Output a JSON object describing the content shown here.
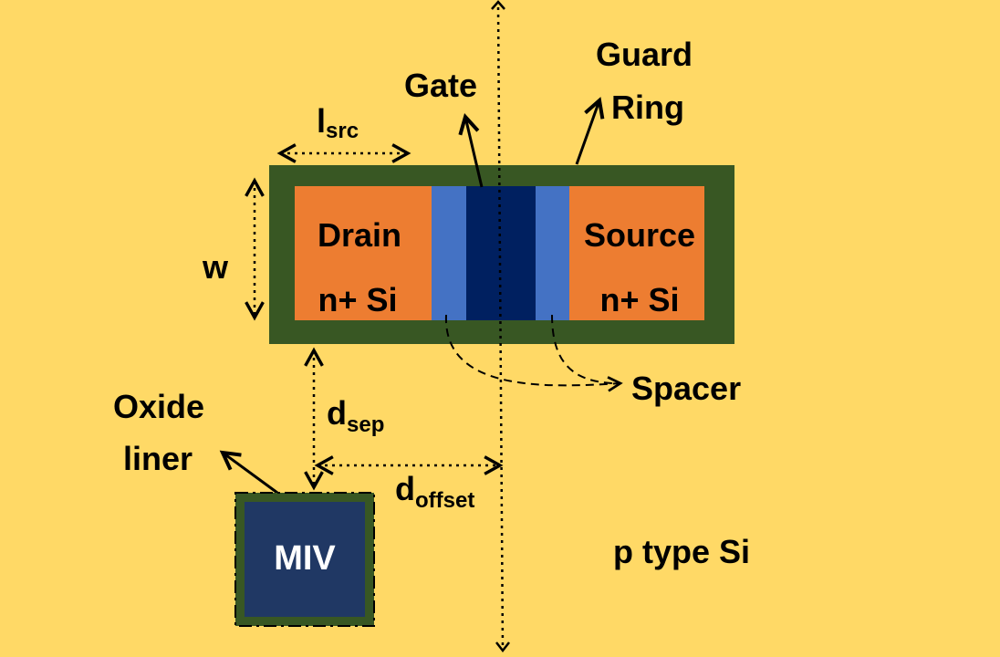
{
  "labels": {
    "gate": "Gate",
    "guard_ring_line1": "Guard",
    "guard_ring_line2": "Ring",
    "l_src_main": "l",
    "l_src_sub": "src",
    "w": "w",
    "drain_line1": "Drain",
    "drain_line2": "n+ Si",
    "source_line1": "Source",
    "source_line2": "n+ Si",
    "spacer": "Spacer",
    "oxide_liner_line1": "Oxide",
    "oxide_liner_line2": "liner",
    "d_sep_main": "d",
    "d_sep_sub": "sep",
    "d_offset_main": "d",
    "d_offset_sub": "offset",
    "miv": "MIV",
    "substrate": "p type Si"
  },
  "colors": {
    "background": "#ffd966",
    "guard_ring": "#385723",
    "drain_source": "#ed7d31",
    "spacer": "#4472c4",
    "gate": "#002060",
    "miv": "#203864",
    "miv_text": "#ffffff",
    "ink": "#000000"
  }
}
